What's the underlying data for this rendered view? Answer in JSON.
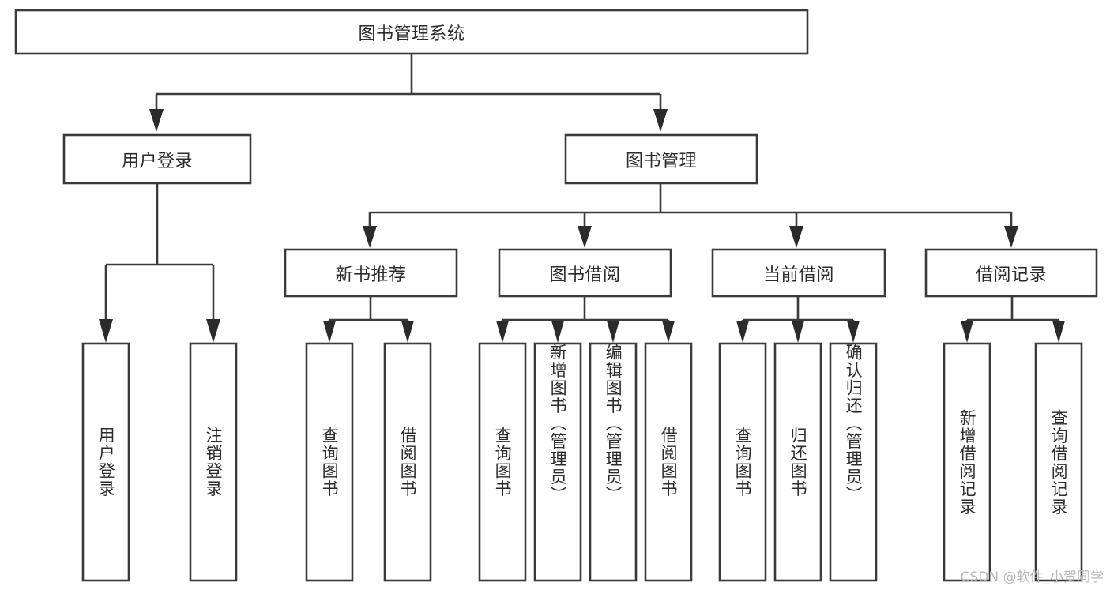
{
  "diagram": {
    "type": "tree",
    "title": "图书管理系统",
    "watermark": "CSDN @软件_小贺同学",
    "colors": {
      "box_stroke": "#3a3a3a",
      "box_fill": "#ffffff",
      "connector": "#3a3a3a",
      "text": "#2b2b2b",
      "watermark": "#b8b8b8",
      "background": "#ffffff"
    },
    "root": {
      "label": "图书管理系统"
    },
    "level2": [
      {
        "label": "用户登录"
      },
      {
        "label": "图书管理"
      }
    ],
    "level3": [
      {
        "label": "新书推荐"
      },
      {
        "label": "图书借阅"
      },
      {
        "label": "当前借阅"
      },
      {
        "label": "借阅记录"
      }
    ],
    "leaves": {
      "user_login": [
        {
          "label": "用户登录"
        },
        {
          "label": "注销登录"
        }
      ],
      "new_book_recommend": [
        {
          "label": "查询图书"
        },
        {
          "label": "借阅图书"
        }
      ],
      "book_borrow": [
        {
          "label": "查询图书"
        },
        {
          "label": "新增图书（管理员）"
        },
        {
          "label": "编辑图书（管理员）"
        },
        {
          "label": "借阅图书"
        }
      ],
      "current_borrow": [
        {
          "label": "查询图书"
        },
        {
          "label": "归还图书"
        },
        {
          "label": "确认归还（管理员）"
        }
      ],
      "borrow_record": [
        {
          "label": "新增借阅记录"
        },
        {
          "label": "查询借阅记录"
        }
      ]
    }
  }
}
